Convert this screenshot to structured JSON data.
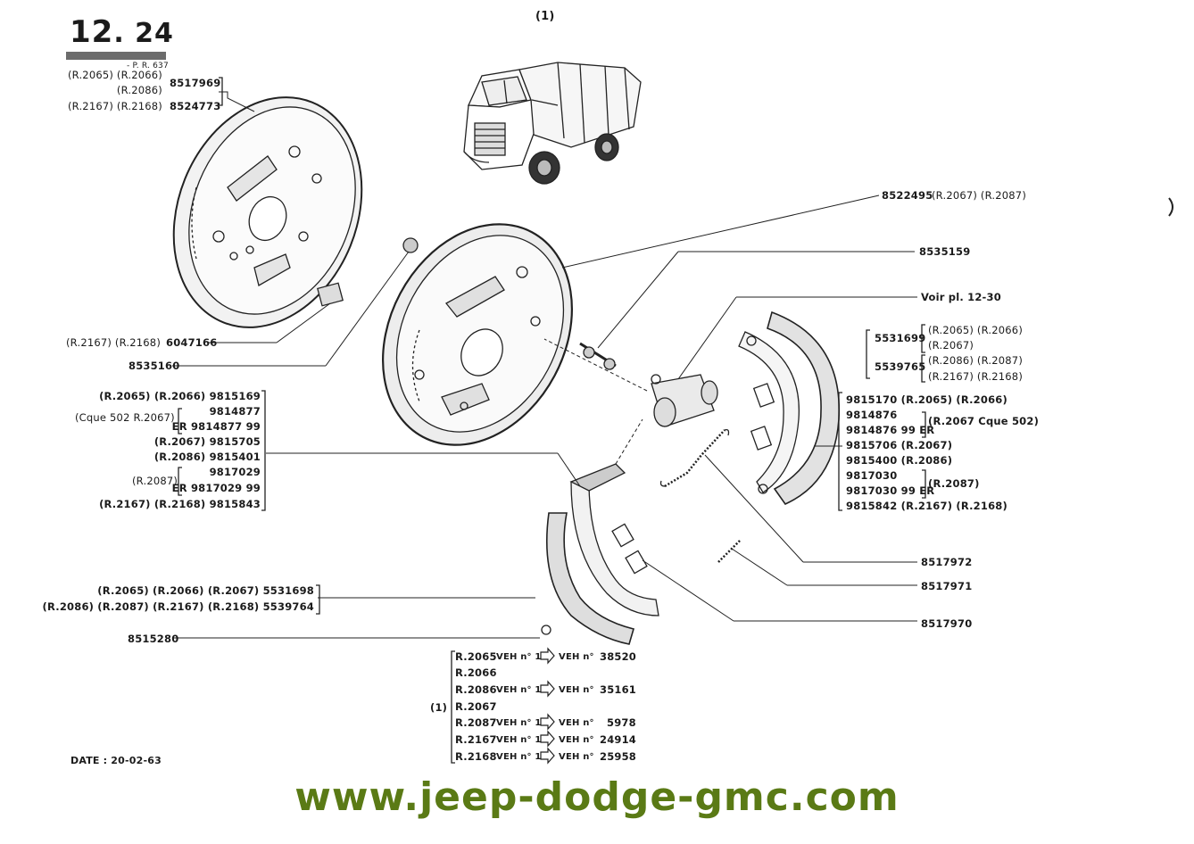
{
  "header": {
    "page_number_major": "12",
    "page_number_minor": ". 24",
    "pr_ref": "- P. R. 637",
    "note_marker": "(1)"
  },
  "footer": {
    "date": "DATE : 20-02-63",
    "watermark": "www.jeep-dodge-gmc.com"
  },
  "labels": {
    "backplate_r2065_r2066": "(R.2065) (R.2066)",
    "backplate_r2086": "(R.2086)",
    "backplate_r2167_r2168": "(R.2167) (R.2168)",
    "backplate_pn1": "8517969",
    "backplate_pn2": "8524773",
    "pad_ref": "(R.2167) (R.2168)",
    "pad_pn": "6047166",
    "plug_pn": "8535160",
    "plate2_pn": "8522495",
    "plate2_ref": "(R.2067) (R.2087)",
    "cyl_pn": "8535159",
    "voir": "Voir pl. 12-30",
    "shoeR_pn1": "5531699",
    "shoeR_ref1a": "(R.2065) (R.2066)",
    "shoeR_ref1b": "(R.2067)",
    "shoeR_pn2": "5539765",
    "shoeR_ref2a": "(R.2086) (R.2087)",
    "shoeR_ref2b": "(R.2167) (R.2168)",
    "lin_r1": "9815170 (R.2065) (R.2066)",
    "lin_r2": "9814876",
    "lin_r3": "9814876 99 ER",
    "lin_r23_ref": "(R.2067 Cque 502)",
    "lin_r4": "9815706 (R.2067)",
    "lin_r5": "9815400 (R.2086)",
    "lin_r6": "9817030",
    "lin_r7": "9817030 99 ER",
    "lin_r67_ref": "(R.2087)",
    "lin_r8": "9815842 (R.2167) (R.2168)",
    "lin_l1": "(R.2065) (R.2066) 9815169",
    "lin_l2_ref": "(Cque 502 R.2067)",
    "lin_l2a": "9814877",
    "lin_l2b": "ER 9814877 99",
    "lin_l3": "(R.2067) 9815705",
    "lin_l4": "(R.2086) 9815401",
    "lin_l5_ref": "(R.2087)",
    "lin_l5a": "9817029",
    "lin_l5b": "ER 9817029 99",
    "lin_l6": "(R.2167) (R.2168) 9815843",
    "spring1": "8517972",
    "spring2": "8517971",
    "pin": "8517970",
    "shoeL_row1": "(R.2065) (R.2066) (R.2067) 5531698",
    "shoeL_row2": "(R.2086) (R.2087) (R.2167) (R.2168) 5539764",
    "nipple": "8515280"
  },
  "vehicle_note": {
    "marker": "(1)",
    "rows": [
      {
        "model": "R.2065",
        "from": "VEH n° 1",
        "to": "VEH n°",
        "num": "38520"
      },
      {
        "model": "R.2066",
        "from": "",
        "to": "",
        "num": ""
      },
      {
        "model": "R.2086",
        "from": "VEH n° 1",
        "to": "VEH n°",
        "num": "35161"
      },
      {
        "model": "R.2067",
        "from": "",
        "to": "",
        "num": ""
      },
      {
        "model": "R.2087",
        "from": "VEH n° 1",
        "to": "VEH n°",
        "num": "5978"
      },
      {
        "model": "R.2167",
        "from": "VEH n° 1",
        "to": "VEH n°",
        "num": "24914"
      },
      {
        "model": "R.2168",
        "from": "VEH n° 1",
        "to": "VEH n°",
        "num": "25958"
      }
    ]
  }
}
